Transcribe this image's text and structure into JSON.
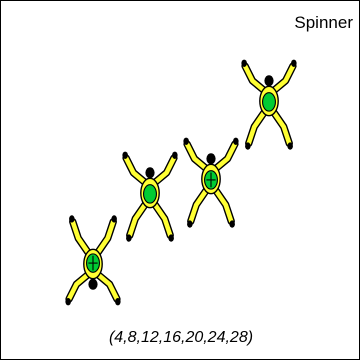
{
  "formation": {
    "name": "Spinner",
    "caption": "(4,8,12,16,20,24,28)"
  },
  "colors": {
    "jumpsuit": "#ffff33",
    "container": "#00cc33",
    "outline": "#000000",
    "head": "#000000",
    "frame_border": "#000000",
    "background": "#ffffff"
  },
  "icons": {
    "jumper": "skydiver-icon",
    "container": "green-container-icon"
  },
  "jumpers": [
    {
      "name": "jumper-1",
      "pose": "bottom-left, heads-down, legs spread up"
    },
    {
      "name": "jumper-2",
      "pose": "second, heads-up, arms linked"
    },
    {
      "name": "jumper-3",
      "pose": "third, heads-up, grips jumper-2"
    },
    {
      "name": "jumper-4",
      "pose": "top-right, heads-up, arms raised"
    }
  ]
}
